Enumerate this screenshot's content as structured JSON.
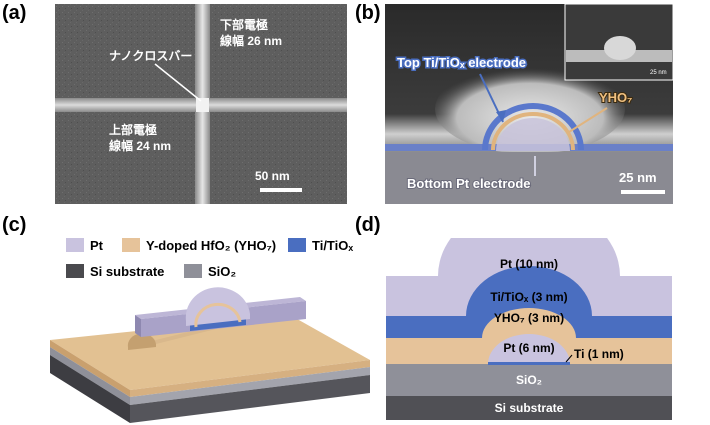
{
  "panels": {
    "a": {
      "label": "(a)",
      "top_electrode_title": "下部電極",
      "top_electrode_width": "線幅 26 nm",
      "crossbar": "ナノクロスバー",
      "bottom_electrode_title": "上部電極",
      "bottom_electrode_width": "線幅 24 nm",
      "scale": "50 nm"
    },
    "b": {
      "label": "(b)",
      "top_electrode": "Top Ti/TiOₓ electrode",
      "yho": "YHO₇",
      "bottom_electrode": "Bottom Pt electrode",
      "scale": "25 nm",
      "inset_scale": "25 nm"
    },
    "c": {
      "label": "(c)",
      "legend": [
        {
          "name": "Pt",
          "color": "#c9c3df"
        },
        {
          "name": "Y-doped HfO₂ (YHO₇)",
          "color": "#e6c39a"
        },
        {
          "name": "Ti/TiOₓ",
          "color": "#4a6ec0"
        },
        {
          "name": "Si substrate",
          "color": "#4a4a4e"
        },
        {
          "name": "SiO₂",
          "color": "#8f9099"
        }
      ]
    },
    "d": {
      "label": "(d)",
      "pt_top": "Pt (10 nm)",
      "ti_tiox": "Ti/TiOₓ (3 nm)",
      "yho": "YHO₇ (3 nm)",
      "pt_bottom": "Pt (6 nm)",
      "ti": "Ti (1 nm)",
      "sio2": "SiO₂",
      "si": "Si substrate"
    }
  }
}
